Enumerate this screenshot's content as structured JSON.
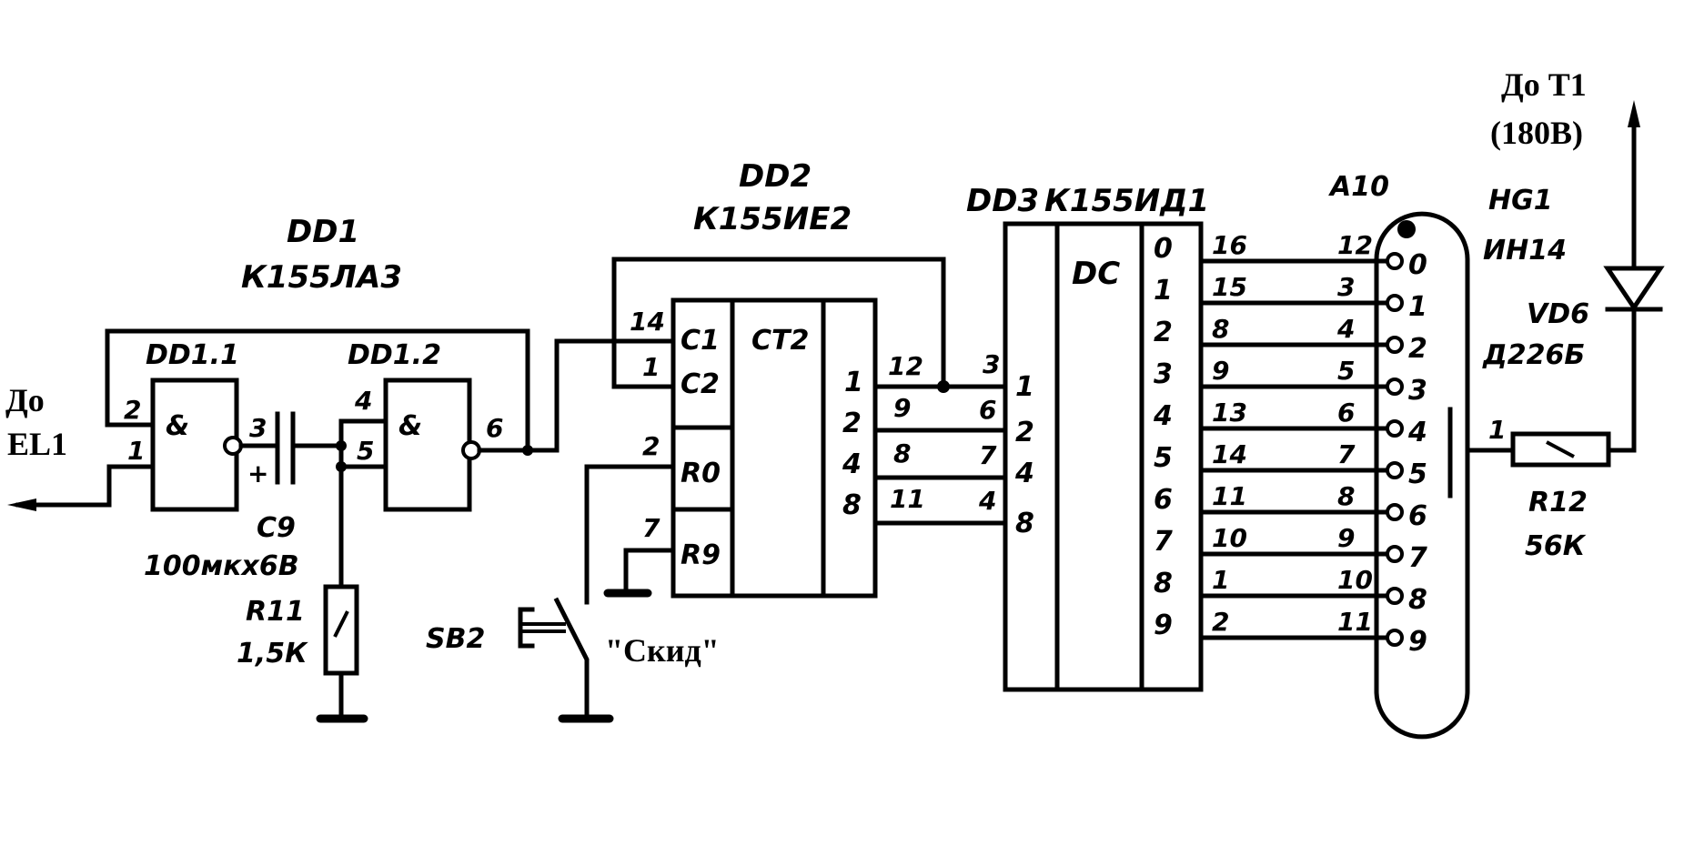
{
  "title": "Circuit schematic: counter / decoder driving ИН14 nixie tube",
  "external": {
    "left_label_line1": "До",
    "left_label_line2": "EL1",
    "top_label_line1": "До Т1",
    "top_label_line2": "(180В)"
  },
  "dd1": {
    "ref": "DD1",
    "part": "К155ЛА3",
    "gate1": {
      "ref": "DD1.1",
      "symbol": "&",
      "in_a": "2",
      "in_b": "1",
      "out": "3"
    },
    "gate2": {
      "ref": "DD1.2",
      "symbol": "&",
      "in_a": "4",
      "in_b": "5",
      "out": "6"
    }
  },
  "c9": {
    "ref": "C9",
    "value": "100мкх6В",
    "polarity": "+"
  },
  "r11": {
    "ref": "R11",
    "value": "1,5К"
  },
  "sb2": {
    "ref": "SB2",
    "caption": "\"Скид\""
  },
  "dd2": {
    "ref": "DD2",
    "part": "К155ИЕ2",
    "function": "СТ2",
    "inputs": [
      {
        "pin": "14",
        "name": "С1"
      },
      {
        "pin": "1",
        "name": "С2"
      },
      {
        "pin": "2",
        "name": "R0"
      },
      {
        "pin": "7",
        "name": "R9"
      }
    ],
    "outputs": [
      {
        "weight": "1",
        "pin": "12"
      },
      {
        "weight": "2",
        "pin": "9"
      },
      {
        "weight": "4",
        "pin": "8"
      },
      {
        "weight": "8",
        "pin": "11"
      }
    ]
  },
  "dd3": {
    "ref": "DD3",
    "part": "К155ИД1",
    "function": "DC",
    "inputs": [
      {
        "weight": "1",
        "pin": "3"
      },
      {
        "weight": "2",
        "pin": "6"
      },
      {
        "weight": "4",
        "pin": "7"
      },
      {
        "weight": "8",
        "pin": "4"
      }
    ],
    "outputs": [
      {
        "digit": "0",
        "pin": "16",
        "tube_pin": "12"
      },
      {
        "digit": "1",
        "pin": "15",
        "tube_pin": "3"
      },
      {
        "digit": "2",
        "pin": "8",
        "tube_pin": "4"
      },
      {
        "digit": "3",
        "pin": "9",
        "tube_pin": "5"
      },
      {
        "digit": "4",
        "pin": "13",
        "tube_pin": "6"
      },
      {
        "digit": "5",
        "pin": "14",
        "tube_pin": "7"
      },
      {
        "digit": "6",
        "pin": "11",
        "tube_pin": "8"
      },
      {
        "digit": "7",
        "pin": "10",
        "tube_pin": "9"
      },
      {
        "digit": "8",
        "pin": "1",
        "tube_pin": "10"
      },
      {
        "digit": "9",
        "pin": "2",
        "tube_pin": "11"
      }
    ]
  },
  "a10": {
    "ref": "A10"
  },
  "hg1": {
    "ref": "HG1",
    "part": "ИН14",
    "anode_pin": "1"
  },
  "r12": {
    "ref": "R12",
    "value": "56К"
  },
  "vd6": {
    "ref": "VD6",
    "part": "Д226Б"
  }
}
